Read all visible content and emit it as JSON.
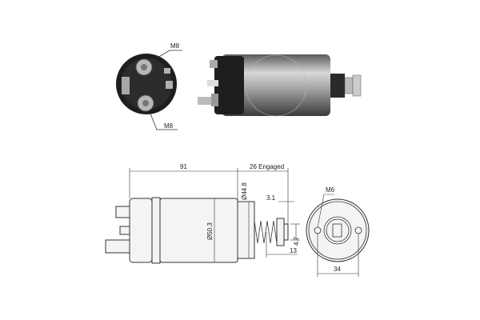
{
  "photo_labels": {
    "top_terminal": "M8",
    "bottom_terminal": "M8"
  },
  "dimensions": {
    "length": "91",
    "engaged": "26 Engaged",
    "nose_diameter": "Ø44.8",
    "body_diameter": "Ø50.3",
    "plunger_offset": "3.1",
    "plunger_width": "4.7",
    "plunger_length": "13",
    "mount_thread": "M6",
    "hole_spacing": "34"
  },
  "colors": {
    "photo_dark": "#1e1e1e",
    "photo_metal": "#9a9a9a",
    "line": "#333333"
  }
}
